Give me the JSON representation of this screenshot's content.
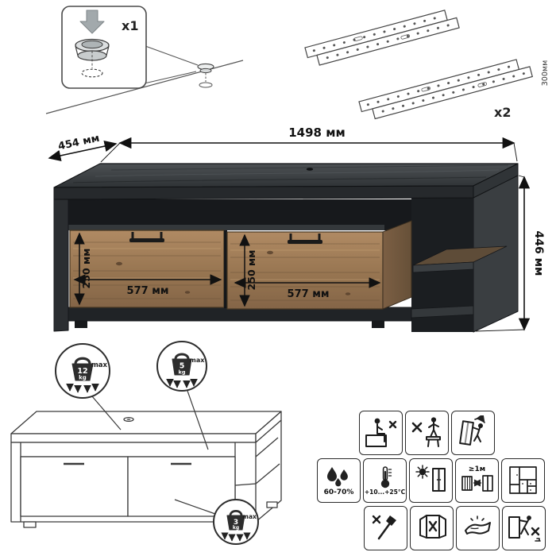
{
  "hardware": {
    "foot_qty": "x1",
    "slide_qty": "x2",
    "slide_length": "300мм"
  },
  "dimensions": {
    "width": "1498 мм",
    "depth": "454 мм",
    "height": "446 мм",
    "drawer1_height": "250 мм",
    "drawer1_width": "577 мм",
    "drawer2_height": "250 мм",
    "drawer2_width": "577 мм"
  },
  "load_limits": {
    "top": {
      "value": "12",
      "unit": "kg",
      "max": "max"
    },
    "shelf": {
      "value": "5",
      "unit": "kg",
      "max": "max"
    },
    "drawer": {
      "value": "3",
      "unit": "kg",
      "max": "max"
    }
  },
  "care": {
    "humidity": "60-70%",
    "temperature": "+10...+25°C",
    "distance": "≥1м"
  },
  "colors": {
    "dark_wood": "#34383b",
    "rustic_wood": "#977551",
    "line": "#2b2b2b"
  }
}
